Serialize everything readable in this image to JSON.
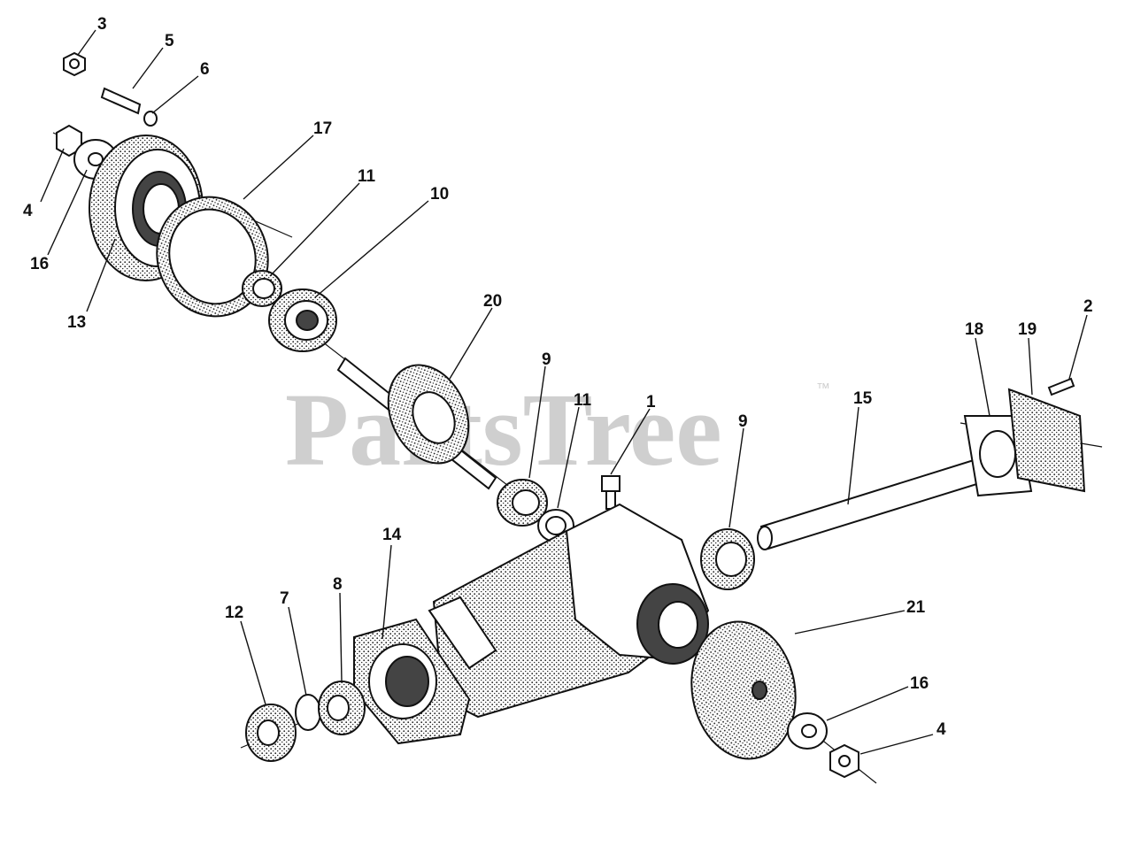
{
  "watermark": {
    "text": "PartsTree",
    "mark": "™"
  },
  "callouts": [
    {
      "id": "c3",
      "label": "3"
    },
    {
      "id": "c5",
      "label": "5"
    },
    {
      "id": "c6",
      "label": "6"
    },
    {
      "id": "c17",
      "label": "17"
    },
    {
      "id": "c11a",
      "label": "11"
    },
    {
      "id": "c10",
      "label": "10"
    },
    {
      "id": "c4a",
      "label": "4"
    },
    {
      "id": "c16a",
      "label": "16"
    },
    {
      "id": "c13",
      "label": "13"
    },
    {
      "id": "c20",
      "label": "20"
    },
    {
      "id": "c9a",
      "label": "9"
    },
    {
      "id": "c11b",
      "label": "11"
    },
    {
      "id": "c1",
      "label": "1"
    },
    {
      "id": "c9b",
      "label": "9"
    },
    {
      "id": "c15",
      "label": "15"
    },
    {
      "id": "c18",
      "label": "18"
    },
    {
      "id": "c19",
      "label": "19"
    },
    {
      "id": "c2",
      "label": "2"
    },
    {
      "id": "c14",
      "label": "14"
    },
    {
      "id": "c12",
      "label": "12"
    },
    {
      "id": "c7",
      "label": "7"
    },
    {
      "id": "c8",
      "label": "8"
    },
    {
      "id": "c21",
      "label": "21"
    },
    {
      "id": "c16b",
      "label": "16"
    },
    {
      "id": "c4b",
      "label": "4"
    }
  ]
}
